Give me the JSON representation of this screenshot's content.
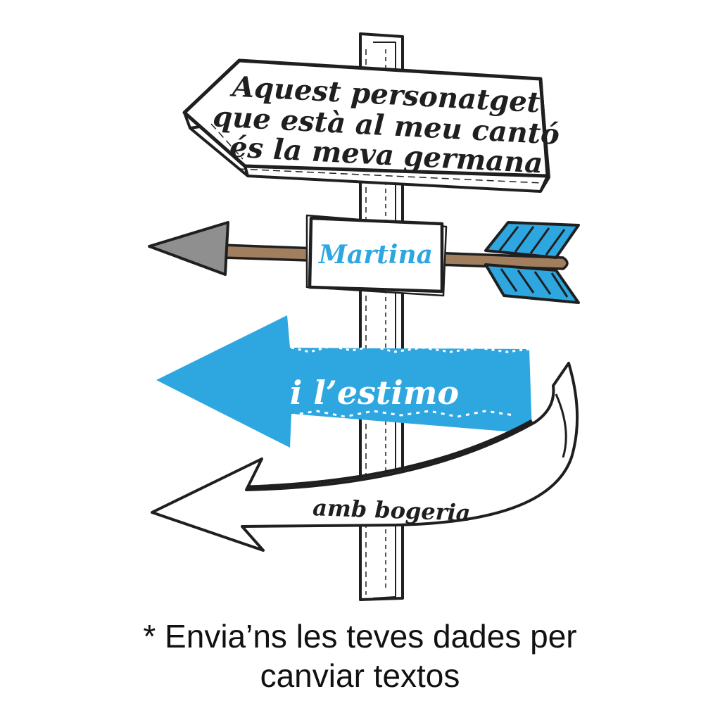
{
  "signs": {
    "top_lines": [
      "Aquest personatget",
      "que està al meu cantó",
      "és la meva germana"
    ],
    "name": "Martina",
    "blue_arrow": "i l’estimo",
    "curved_arrow": "amb bogeria"
  },
  "caption": {
    "line1": "* Envia’ns les teves dades per",
    "line2": "canviar textos"
  },
  "colors": {
    "blue": "#2ea7e0",
    "ink": "#1f1f1f",
    "shaft": "#a07e5e",
    "arrowhead": "#8f8f8f"
  }
}
